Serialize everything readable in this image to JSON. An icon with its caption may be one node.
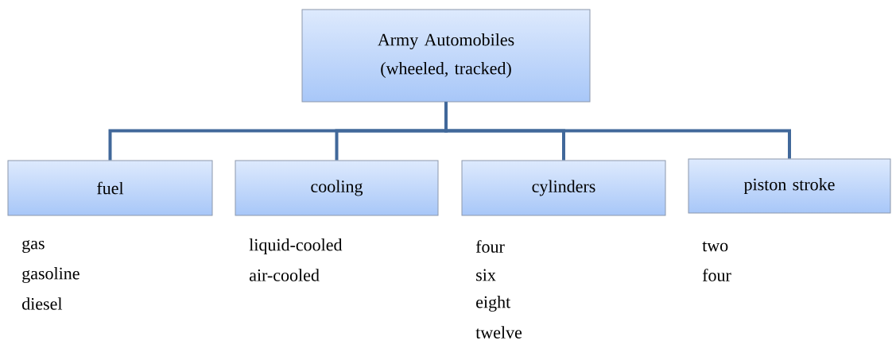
{
  "diagram": {
    "nodes": [
      {
        "text": [
          "Army Automobiles (wheeled, tracked)"
        ]
      },
      {
        "text": [
          "fuel"
        ],
        "beside": [
          "gas",
          "gasoline",
          "diesel"
        ]
      },
      {
        "text": [
          "cooling"
        ],
        "beside": [
          "liquid-cooled",
          "air-cooled"
        ]
      },
      {
        "text": [
          "cylinders"
        ],
        "beside": [
          "four",
          "six",
          "eight",
          "twelve"
        ]
      },
      {
        "text": [
          "piston stroke"
        ],
        "beside": [
          "two",
          "four"
        ]
      }
    ],
    "edges": [
      {
        "from": 0,
        "to": 1,
        "arrow": "none"
      },
      {
        "from": 0,
        "to": 2,
        "arrow": "none"
      },
      {
        "from": 0,
        "to": 3,
        "arrow": "none"
      },
      {
        "from": 0,
        "to": 4,
        "arrow": "none"
      }
    ]
  }
}
